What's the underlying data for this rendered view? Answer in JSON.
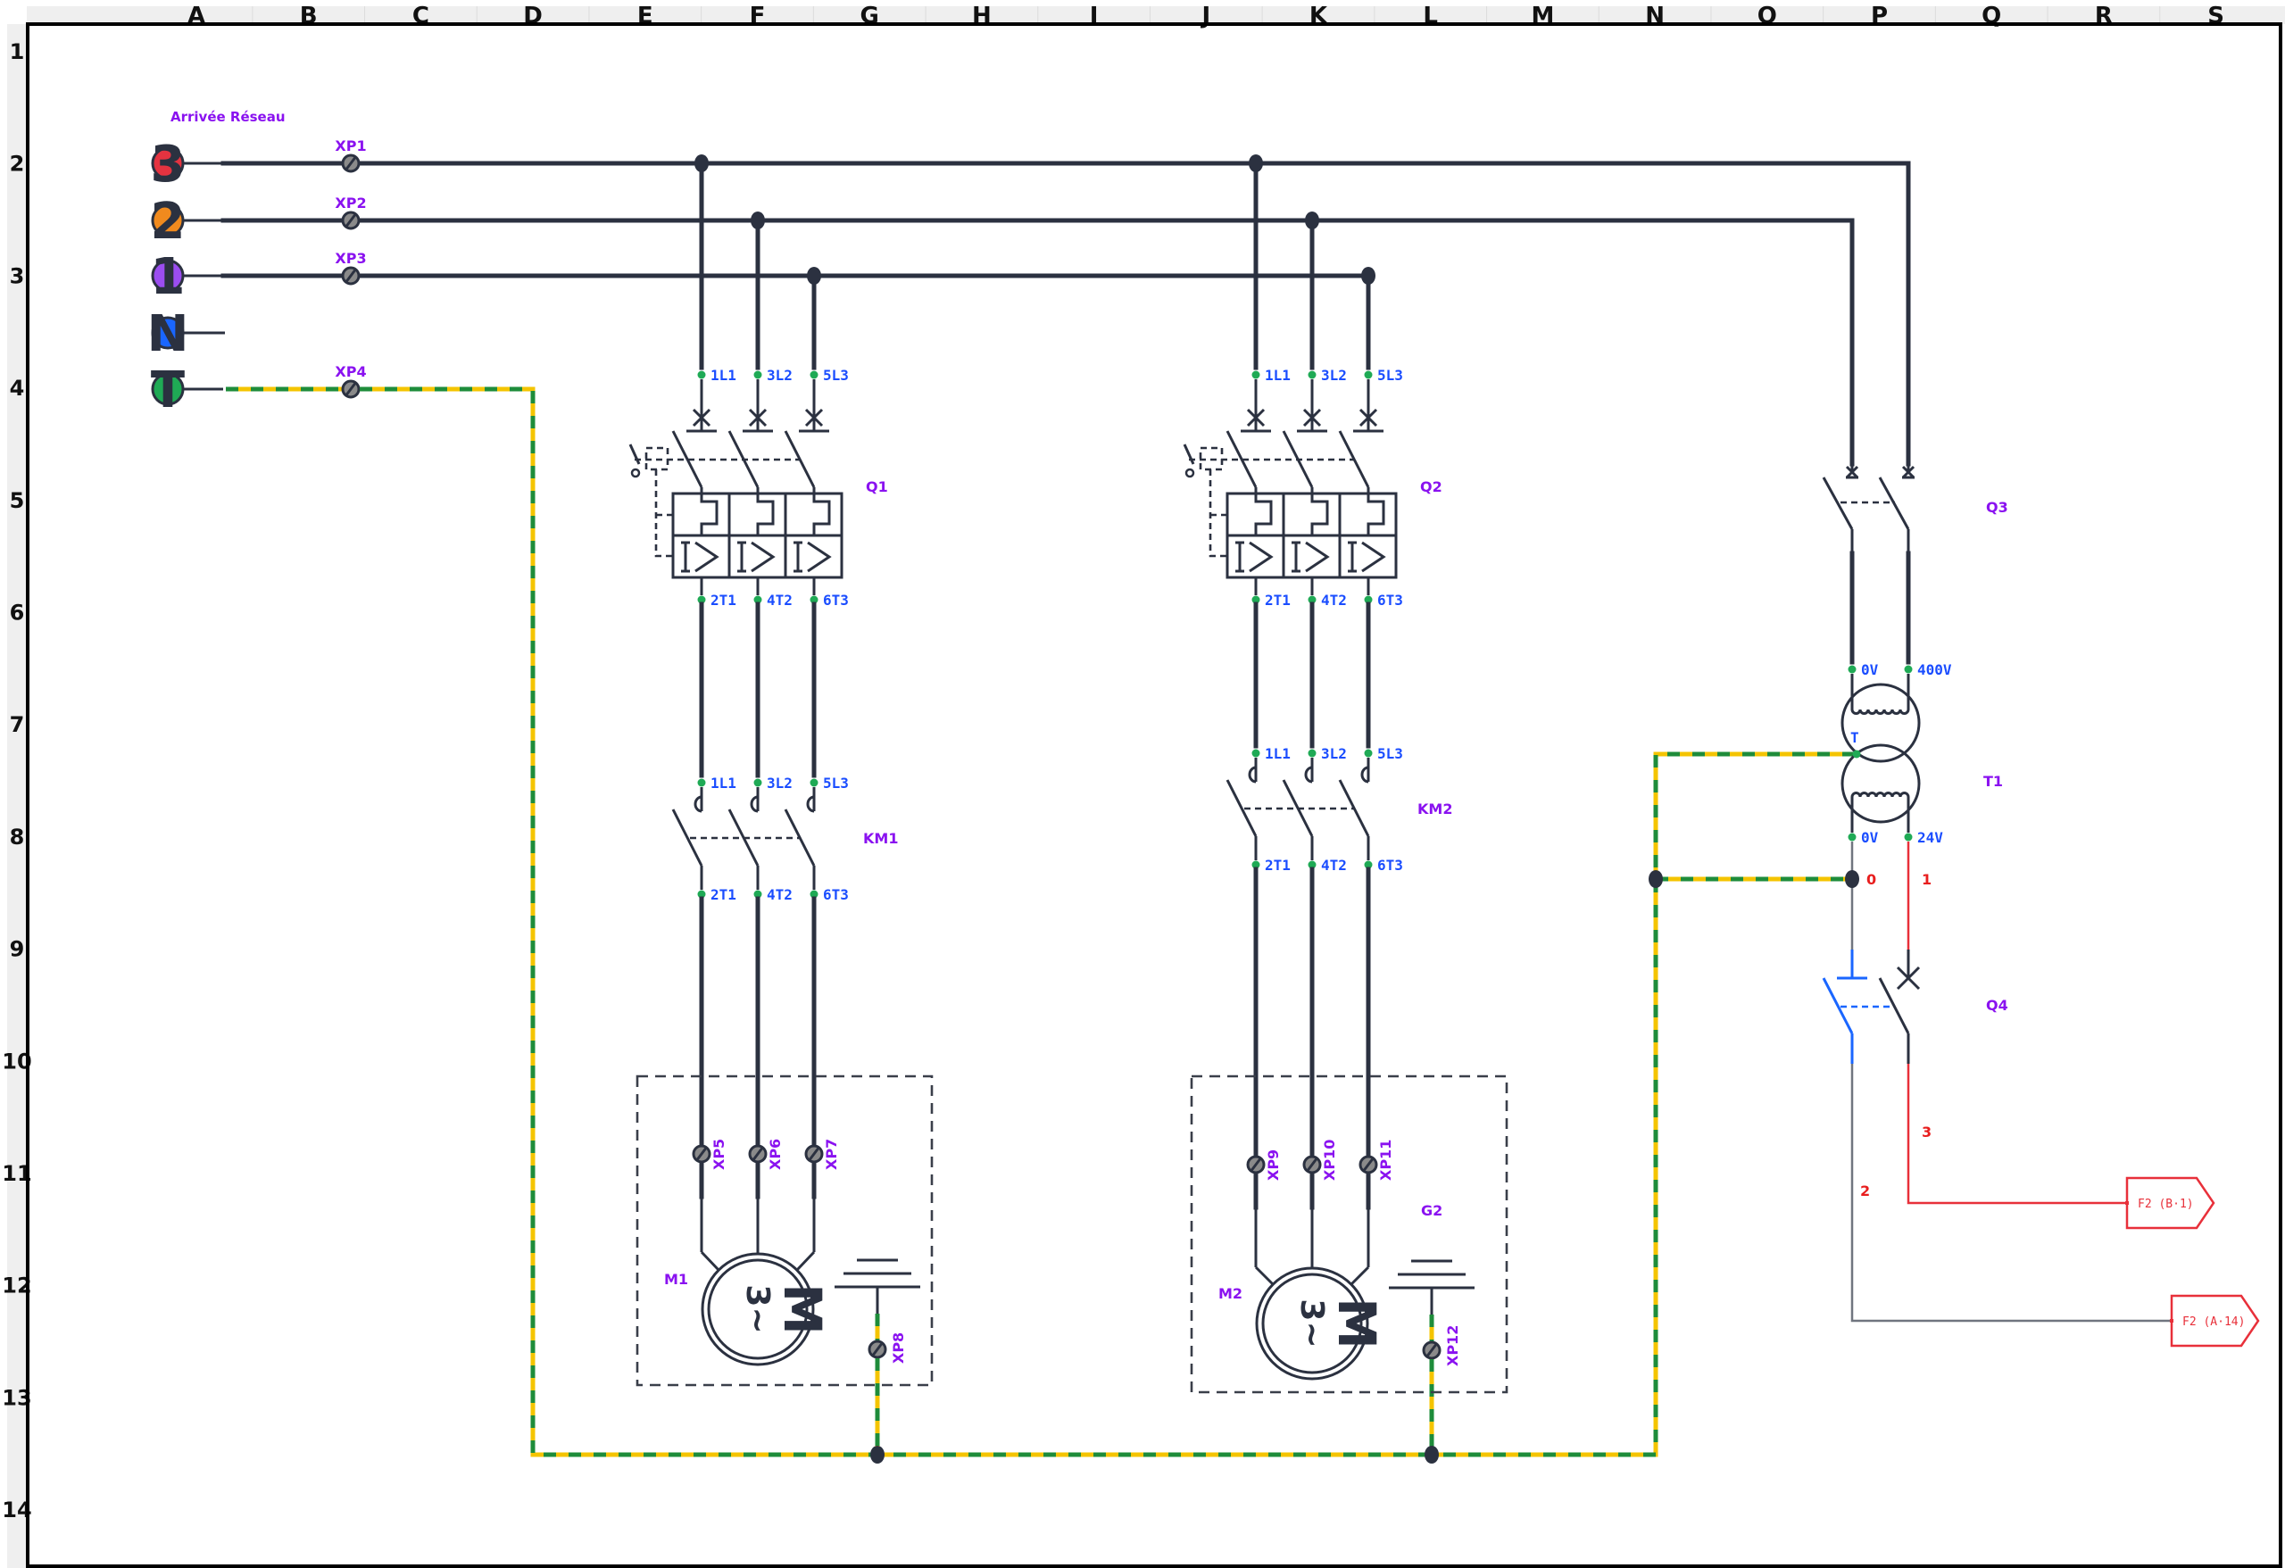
{
  "sheet": {
    "columns": [
      "A",
      "B",
      "C",
      "D",
      "E",
      "F",
      "G",
      "H",
      "I",
      "J",
      "K",
      "L",
      "M",
      "N",
      "O",
      "P",
      "Q",
      "R",
      "S"
    ],
    "rows": [
      "1",
      "2",
      "3",
      "4",
      "5",
      "6",
      "7",
      "8",
      "9",
      "10",
      "11",
      "12",
      "13",
      "14"
    ]
  },
  "supply": {
    "title": "Arrivée Réseau",
    "sources": [
      {
        "id": "L3",
        "glyph": "3",
        "color": "#e53340",
        "terminal": "XP1"
      },
      {
        "id": "L2",
        "glyph": "2",
        "color": "#f08a1e",
        "terminal": "XP2"
      },
      {
        "id": "L1",
        "glyph": "1",
        "color": "#9b4df0",
        "terminal": "XP3"
      },
      {
        "id": "N",
        "glyph": "N",
        "color": "#1a66ff",
        "terminal": ""
      },
      {
        "id": "PE",
        "glyph": "T",
        "color": "#1faa55",
        "terminal": "XP4"
      }
    ]
  },
  "colors": {
    "wire": "#2b3140",
    "component_label": "#8a12f0",
    "terminal_label": "#1a4dff",
    "terminal_dot": "#1faa55",
    "potential_label": "#e81e1e",
    "pe_yellow": "#f4c400",
    "pe_green": "#1e8c3a",
    "ref_red": "#e8303a"
  },
  "circuit_breakers": [
    {
      "tag": "Q1",
      "inputs": [
        "1L1",
        "3L2",
        "5L3"
      ],
      "outputs": [
        "2T1",
        "4T2",
        "6T3"
      ]
    },
    {
      "tag": "Q2",
      "inputs": [
        "1L1",
        "3L2",
        "5L3"
      ],
      "outputs": [
        "2T1",
        "4T2",
        "6T3"
      ]
    }
  ],
  "contactors": [
    {
      "tag": "KM1",
      "inputs": [
        "1L1",
        "3L2",
        "5L3"
      ],
      "outputs": [
        "2T1",
        "4T2",
        "6T3"
      ]
    },
    {
      "tag": "KM2",
      "inputs": [
        "1L1",
        "3L2",
        "5L3"
      ],
      "outputs": [
        "2T1",
        "4T2",
        "6T3"
      ]
    }
  ],
  "motors": [
    {
      "tag": "M1",
      "symbol_main": "M",
      "symbol_sub": "3~",
      "terminals": [
        "XP5",
        "XP6",
        "XP7"
      ],
      "earth_terminal": "XP8",
      "earth_tag": ""
    },
    {
      "tag": "M2",
      "symbol_main": "M",
      "symbol_sub": "3~",
      "terminals": [
        "XP9",
        "XP10",
        "XP11"
      ],
      "earth_terminal": "XP12",
      "earth_tag": "G2"
    }
  ],
  "control_breaker": {
    "tag": "Q3"
  },
  "transformer": {
    "tag": "T1",
    "primary": [
      "0V",
      "400V"
    ],
    "secondary": [
      "0V",
      "24V"
    ],
    "shield": "T"
  },
  "control_protection": {
    "tag": "Q4"
  },
  "potentials": [
    "0",
    "1",
    "2",
    "3"
  ],
  "off_page_refs": [
    {
      "label": "F2 (B·1)",
      "potential": "3"
    },
    {
      "label": "F2 (A·14)",
      "potential": "2"
    }
  ]
}
